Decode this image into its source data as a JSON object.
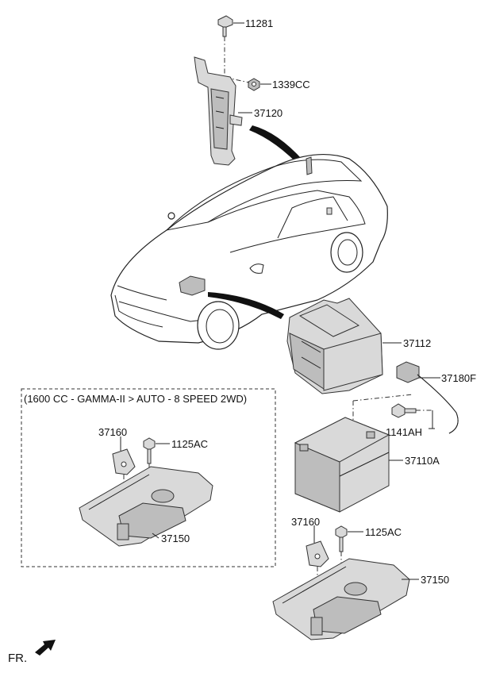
{
  "labels": {
    "p11281": "11281",
    "p1339CC": "1339CC",
    "p37120": "37120",
    "p37112": "37112",
    "p37180F": "37180F",
    "p1141AH": "1141AH",
    "p37110A": "37110A",
    "p37160_box": "37160",
    "p1125AC_box": "1125AC",
    "p37150_box": "37150",
    "p37160": "37160",
    "p1125AC": "1125AC",
    "p37150": "37150",
    "fr": "FR."
  },
  "option_box": {
    "title": "(1600 CC - GAMMA-II > AUTO - 8 SPEED 2WD)"
  }
}
